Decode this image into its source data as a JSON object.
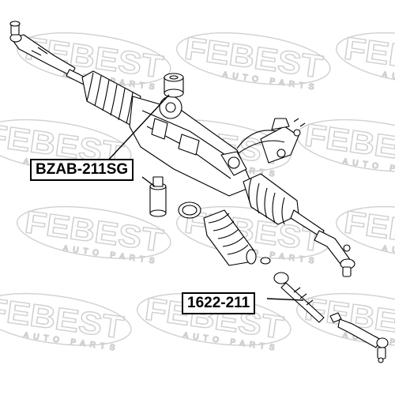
{
  "watermark": {
    "brand": "FEBEST",
    "subtitle": "AUTO PARTS"
  },
  "callouts": [
    {
      "part_number": "BZAB-211SG"
    },
    {
      "part_number": "1622-211"
    }
  ],
  "colors": {
    "watermark": "#d9d9d9",
    "line": "#000000",
    "label_border": "#000000"
  }
}
